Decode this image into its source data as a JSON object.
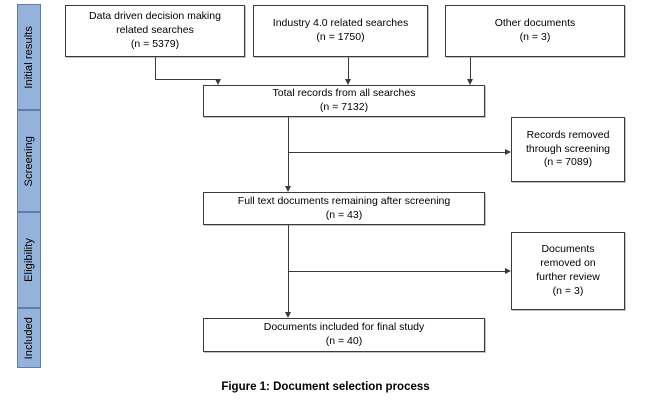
{
  "figure": {
    "caption": "Figure 1: Document selection process"
  },
  "stages": [
    {
      "label": "Initial results"
    },
    {
      "label": "Screening"
    },
    {
      "label": "Eligibility"
    },
    {
      "label": "Included"
    }
  ],
  "boxes": {
    "source_ddm": {
      "line1": "Data driven decision making",
      "line2": "related searches",
      "line3": "(n = 5379)"
    },
    "source_industry": {
      "line1": "Industry 4.0 related searches",
      "line2": "(n = 1750)"
    },
    "source_other": {
      "line1": "Other documents",
      "line2": "(n = 3)"
    },
    "total_records": {
      "line1": "Total records from all searches",
      "line2": "(n = 7132)"
    },
    "records_removed": {
      "line1": "Records removed",
      "line2": "through screening",
      "line3": "(n = 7089)"
    },
    "full_text": {
      "line1": "Full text documents remaining after screening",
      "line2": "(n = 43)"
    },
    "documents_removed": {
      "line1": "Documents",
      "line2": "removed on",
      "line3": "further review",
      "line4": "(n = 3)"
    },
    "final_included": {
      "line1": "Documents included for final study",
      "line2": "(n = 40)"
    }
  },
  "colors": {
    "stage_fill": "#95b3da",
    "stage_border": "#5f7da6",
    "box_border": "#3a3a3a",
    "connector": "#3a3a3a",
    "background": "#ffffff"
  }
}
